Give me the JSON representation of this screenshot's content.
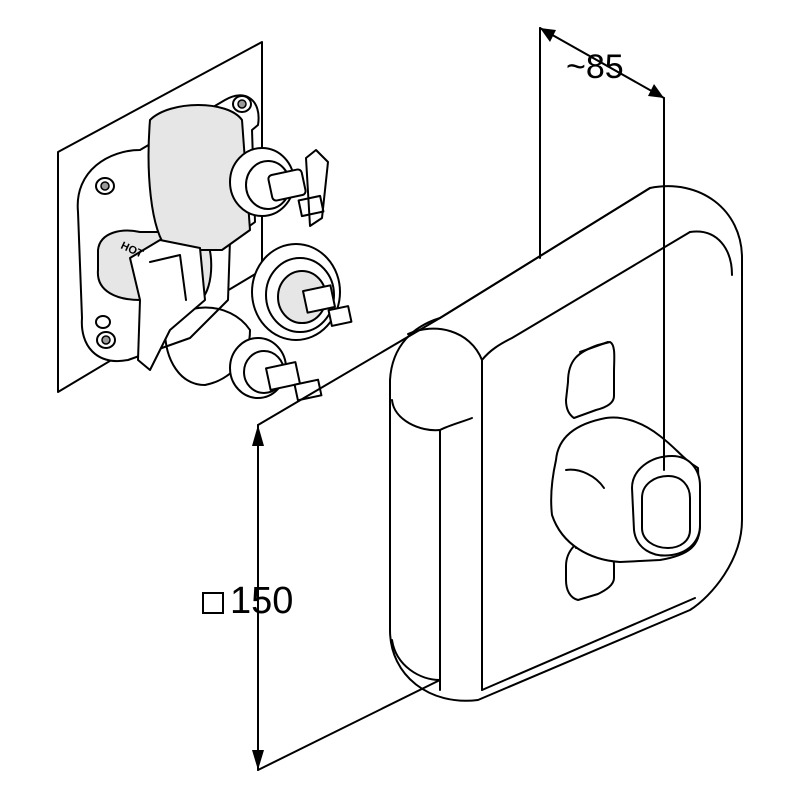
{
  "dimensions": {
    "depth": "~85",
    "size_symbol": "square-symbol",
    "size": "150"
  },
  "valve_labels": {
    "inlet": "HOT"
  }
}
